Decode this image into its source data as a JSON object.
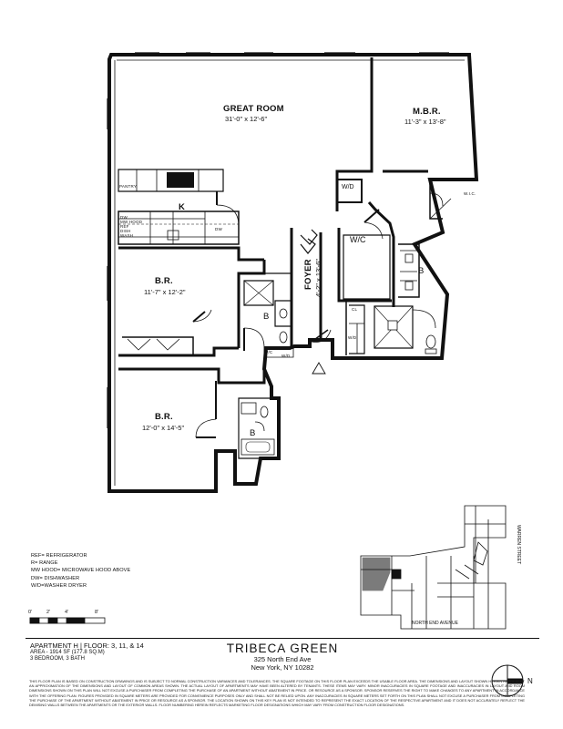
{
  "rooms": {
    "great_room": {
      "name": "GREAT ROOM",
      "dim": "31'-0\" x 12'-6\""
    },
    "mbr": {
      "name": "M.B.R.",
      "dim": "11'-3\" x 13'-8\""
    },
    "kitchen": {
      "name": "K"
    },
    "br1": {
      "name": "B.R.",
      "dim": "11'-7\" x 12'-2\""
    },
    "br2": {
      "name": "B.R.",
      "dim": "12'-0\" x 14'-5\""
    },
    "foyer": {
      "name": "FOYER",
      "dim": "4'-2\" x 13'-6\""
    },
    "wic_main": "W/C",
    "wic_closet": "W.I.C.",
    "wd_upper": "W/D",
    "bath_master": "B",
    "bath_hall": "B",
    "bath_br2": "B"
  },
  "fixtures": {
    "pantry": "PANTRY",
    "ref_stack": [
      "DW",
      "MW HOOD",
      "REF",
      "DISH",
      "WASH"
    ],
    "dw_label": "DW",
    "wic_small": "W/C",
    "wd_small": "W/D",
    "cl": "CL",
    "wd_vertical": "W/D"
  },
  "legend": [
    "REF= REFRIGERATOR",
    "R= RANGE",
    "MW HOOD= MICROWAVE HOOD ABOVE",
    "DW= DISHWASHER",
    "W/D=WASHER DRYER"
  ],
  "scale": {
    "ticks": [
      "0'",
      "2'",
      "4'",
      "8'"
    ]
  },
  "keyplan": {
    "street_bottom": "NORTH END AVENUE",
    "street_side": "WARREN STREET"
  },
  "apartment": {
    "title": "APARTMENT H | FLOOR: 3, 11, & 14",
    "area": "AREA - 1914 SF (177.8 SQ.M)",
    "rooms": "3 BEDROOM, 3 BATH"
  },
  "building": {
    "name": "TRIBECA GREEN",
    "address1": "325 North End Ave",
    "address2": "New York, NY 10282"
  },
  "disclaimer": "THIS FLOOR PLAN IS BASED ON CONSTRUCTION DRAWINGS AND IS SUBJECT TO NORMAL CONSTRUCTION VARIANCES AND TOLERANCES. THE SQUARE FOOTAGE ON THIS FLOOR PLAN EXCEEDS THE USABLE FLOOR AREA. THE DIMENSIONS AND LAYOUT SHOWN HEREIN REPRESENT AN APPROXIMATION OF THE DIMENSIONS AND LAYOUT OF COMMON AREAS SHOWN. THE ACTUAL LAYOUT OF APARTMENTS MAY HAVE BEEN ALTERED BY TENANTS. THESE ITEMS MAY VARY. MINOR INACCURACIES IN SQUARE FOOTAGE AND INACCURACIES IN LAYOUT AND ROOM DIMENSIONS SHOWN ON THIS PLAN WILL NOT EXCUSE A PURCHASER FROM COMPLETING THE PURCHASE OF AN APARTMENT WITHOUT ABATEMENT IN PRICE. OR RESOURCE AS A SPONSOR. SPONSOR RESERVES THE RIGHT TO MAKE CHANGES TO ANY APARTMENT IN ACCORDANCE WITH THE OFFERING PLAN. FIGURES PROVIDED IN SQUARE METERS ARE PROVIDED FOR CONVENIENCE PURPOSES ONLY AND SHALL NOT BE RELIED UPON. ANY INACCURACIES IN SQUARE METERS SET FORTH ON THIS PLAN SHALL NOT EXCUSE A PURCHASER FROM COMPLETING THE PURCHASE OF THE APARTMENT WITHOUT ABATEMENT IN PRICE OR RESOURCE AS A SPONSOR. THE LOCATION SHOWN ON THIS KEY PLAN IS NOT INTENDED TO REPRESENT THE EXACT LOCATION OF THE RESPECTIVE APARTMENT AND IT DOES NOT ACCURATELY REFLECT THE DEMISING WALLS BETWEEN THE APARTMENTS OR THE EXTERIOR WALLS. FLOOR NUMBERING HEREIN REFLECTS MARKETING FLOOR DESIGNATIONS WHICH MAY VARY FROM CONSTRUCTION FLOOR DESIGNATIONS.",
  "compass": {
    "label": "N"
  }
}
